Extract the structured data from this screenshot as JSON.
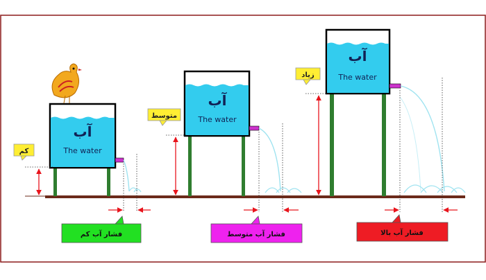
{
  "tanks": [
    {
      "title": "آب",
      "subtitle": "The water",
      "height_label": "کم",
      "caption": "فشار آب کم",
      "caption_color": "#22e022"
    },
    {
      "title": "آب",
      "subtitle": "The water",
      "height_label": "متوسط",
      "caption": "فشار آب متوسط",
      "caption_color": "#ee22ee"
    },
    {
      "title": "آب",
      "subtitle": "The water",
      "height_label": "زیاد",
      "caption": "فشار آب بالا",
      "caption_color": "#ee1c24"
    }
  ],
  "colors": {
    "water": "#33ccee",
    "tank_fill": "#ffffff",
    "leg": "#2f7d2f",
    "pipe": "#cc33cc",
    "ground": "#6b2a1a",
    "arrow": "#e8141c",
    "label_bg": "#ffee33",
    "frame": "#8b1a1a",
    "spray": "#9fe3f0"
  },
  "icons": {
    "bird": "bird-icon"
  }
}
